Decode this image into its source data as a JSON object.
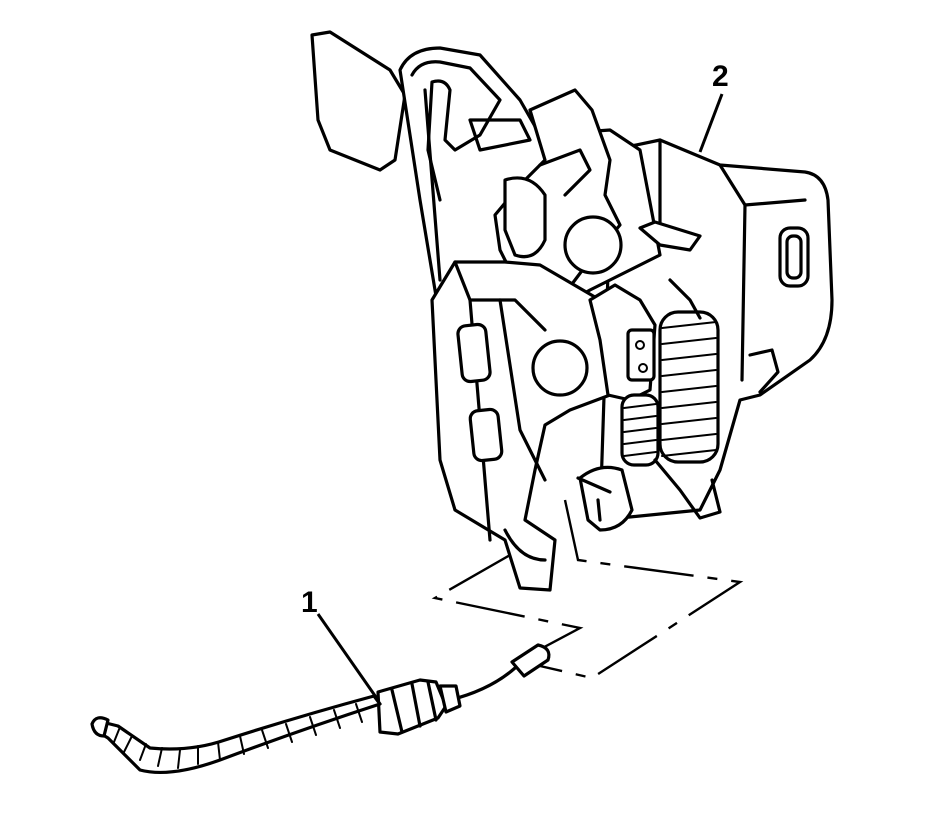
{
  "callouts": [
    {
      "id": "cable",
      "label": "1"
    },
    {
      "id": "latch",
      "label": "2"
    }
  ]
}
